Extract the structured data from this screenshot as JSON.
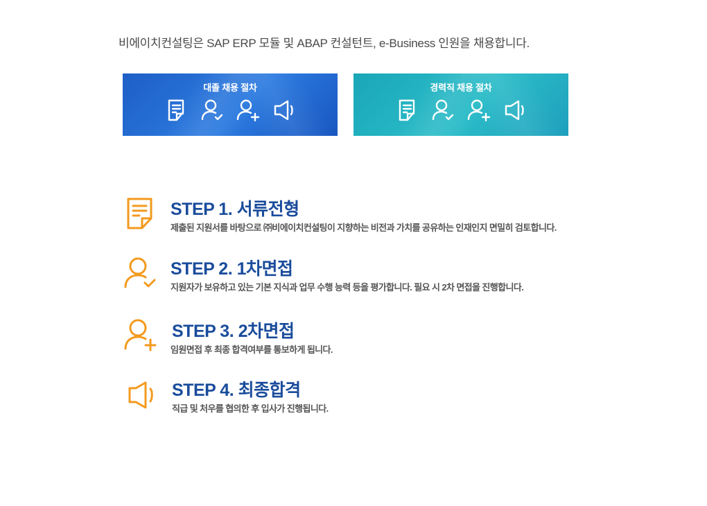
{
  "intro_text": "비에이치컨설팅은 SAP ERP 모듈 및 ABAP 컨설턴트, e-Business 인원을 채용합니다.",
  "colors": {
    "step_title": "#1a4c9c",
    "icon_orange": "#f39a1e",
    "card_new": "#2068cf",
    "card_exp": "#22b0c0"
  },
  "cards": [
    {
      "title": "대졸 채용 절차",
      "icons": [
        "document-icon",
        "user-check-icon",
        "user-add-icon",
        "megaphone-icon"
      ]
    },
    {
      "title": "경력직 채용 절차",
      "icons": [
        "document-icon",
        "user-check-icon",
        "user-add-icon",
        "megaphone-icon"
      ]
    }
  ],
  "steps": [
    {
      "icon": "document-icon",
      "title": "STEP 1. 서류전형",
      "desc": "제출된 지원서를 바탕으로 ㈜비에이치컨설팅이 지향하는 비전과 가치를 공유하는 인재인지 면밀히 검토합니다."
    },
    {
      "icon": "user-check-icon",
      "title": "STEP 2. 1차면접",
      "desc": "지원자가 보유하고 있는 기본 지식과 업무 수행 능력 등을 평가합니다. 필요 시 2차 면접을 진행합니다."
    },
    {
      "icon": "user-add-icon",
      "title": "STEP 3. 2차면접",
      "desc": "임원면접 후 최종 합격여부를 통보하게 됩니다."
    },
    {
      "icon": "megaphone-icon",
      "title": "STEP 4. 최종합격",
      "desc": "직급 및 처우를 협의한 후 입사가 진행됩니다."
    }
  ]
}
